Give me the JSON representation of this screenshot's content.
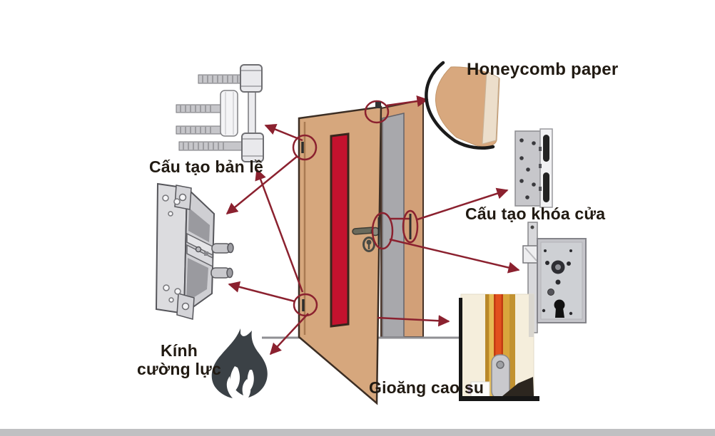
{
  "labels": {
    "hinge": "Cấu tạo bản lề",
    "honeycomb": "Honeycomb paper",
    "lock": "Cấu tạo khóa cửa",
    "tempered_glass": "Kính cường lực",
    "gasket": "Gioăng cao su"
  },
  "colors": {
    "background": "#ffffff",
    "door_wood": "#d6a77d",
    "frame_wood": "#d2a078",
    "frame_recess_gray": "#a8a8ac",
    "glass_red": "#c4122e",
    "annotation_maroon": "#8b212f",
    "outline_dark": "#3c2e24",
    "metal_light": "#d9d9dc",
    "flame_dark": "#3b4146",
    "gasket_yellow": "#d9a63c",
    "gasket_orange": "#e2511d",
    "floor_line_gray": "#8f8f93"
  }
}
